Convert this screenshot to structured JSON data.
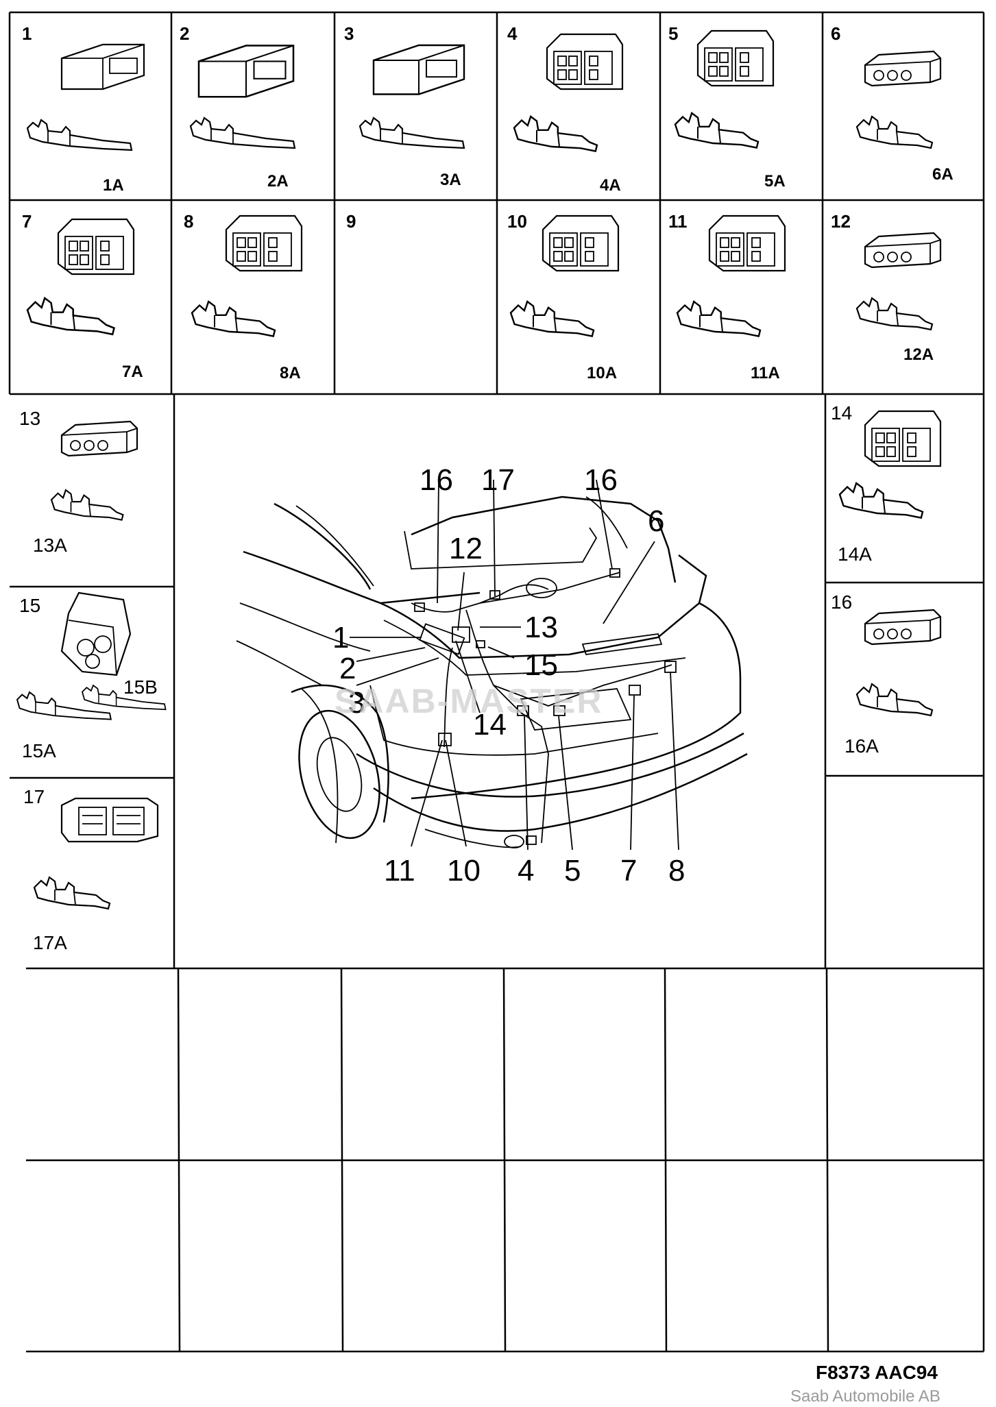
{
  "cells": [
    {
      "num": "1",
      "part": "1A"
    },
    {
      "num": "2",
      "part": "2A"
    },
    {
      "num": "3",
      "part": "3A"
    },
    {
      "num": "4",
      "part": "4A"
    },
    {
      "num": "5",
      "part": "5A"
    },
    {
      "num": "6",
      "part": "6A"
    },
    {
      "num": "7",
      "part": "7A"
    },
    {
      "num": "8",
      "part": "8A"
    },
    {
      "num": "9",
      "part": ""
    },
    {
      "num": "10",
      "part": "10A"
    },
    {
      "num": "11",
      "part": "11A"
    },
    {
      "num": "12",
      "part": "12A"
    },
    {
      "num": "13",
      "part": "13A"
    },
    {
      "num": "14",
      "part": "14A"
    },
    {
      "num": "15",
      "part": "15A",
      "part_b": "15B"
    },
    {
      "num": "16",
      "part": "16A"
    },
    {
      "num": "17",
      "part": "17A"
    }
  ],
  "callouts": {
    "c1": "1",
    "c2": "2",
    "c3": "3",
    "c4": "4",
    "c5": "5",
    "c6": "6",
    "c7": "7",
    "c8": "8",
    "c10": "10",
    "c11": "11",
    "c12": "12",
    "c13": "13",
    "c14": "14",
    "c15": "15",
    "c16a": "16",
    "c16b": "16",
    "c17": "17"
  },
  "watermark": "SAAB-MASTER",
  "footer": {
    "code": "F8373  AAC94",
    "company": "Saab Automobile AB"
  }
}
